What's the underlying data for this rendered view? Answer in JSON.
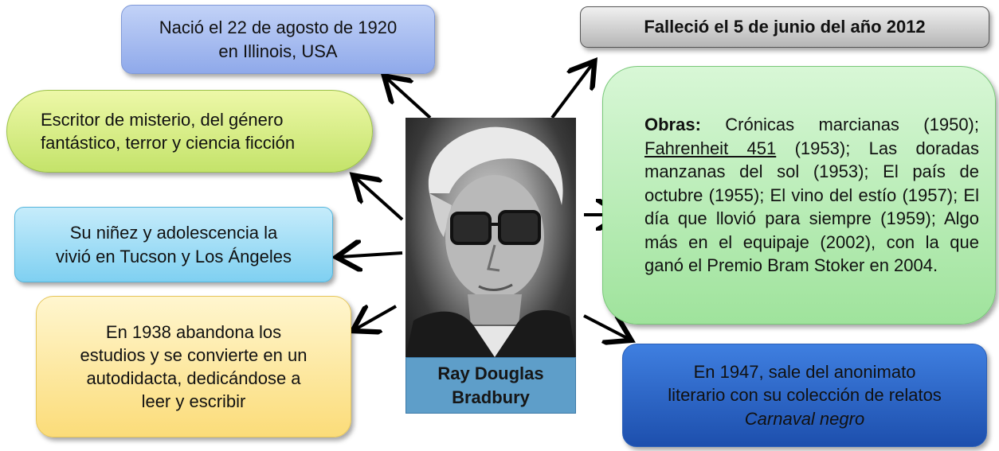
{
  "nodes": {
    "birth": {
      "line1": "Nació el 22 de agosto de 1920",
      "line2": "en Illinois, USA"
    },
    "death": {
      "text": "Falleció el 5 de junio del año 2012"
    },
    "genre": {
      "line1": "Escritor de misterio, del género",
      "line2": "fantástico, terror y ciencia ficción"
    },
    "childhood": {
      "line1": "Su niñez y adolescencia la",
      "line2": "vivió en Tucson y Los Ángeles"
    },
    "studies": {
      "line1": "En 1938 abandona los",
      "line2": "estudios y se convierte en un",
      "line3": "autodidacta, dedicándose a",
      "line4": "leer y escribir"
    },
    "works": {
      "label": "Obras:",
      "text_before": " Crónicas marcianas (1950); ",
      "underlined": "Fahrenheit 451",
      "text_after": " (1953); Las doradas manzanas del sol (1953); El país de octubre (1955); El vino del estío (1957);  El día que llovió para siempre (1959); Algo más en el equipaje (2002), con la que ganó el Premio Bram Stoker en 2004."
    },
    "debut": {
      "line1": "En 1947, sale del anonimato",
      "line2": "literario con su colección de relatos",
      "title": "Carnaval negro"
    }
  },
  "center": {
    "name_line1": "Ray Douglas",
    "name_line2": "Bradbury"
  },
  "colors": {
    "birth": "#a9bff2",
    "death": "#d6d6d6",
    "genre": "#d6ee88",
    "childhood": "#a3ddf6",
    "studies": "#fde89a",
    "works": "#b9eeb7",
    "debut": "#2e66c8",
    "name_plate": "#5e9ec9"
  }
}
